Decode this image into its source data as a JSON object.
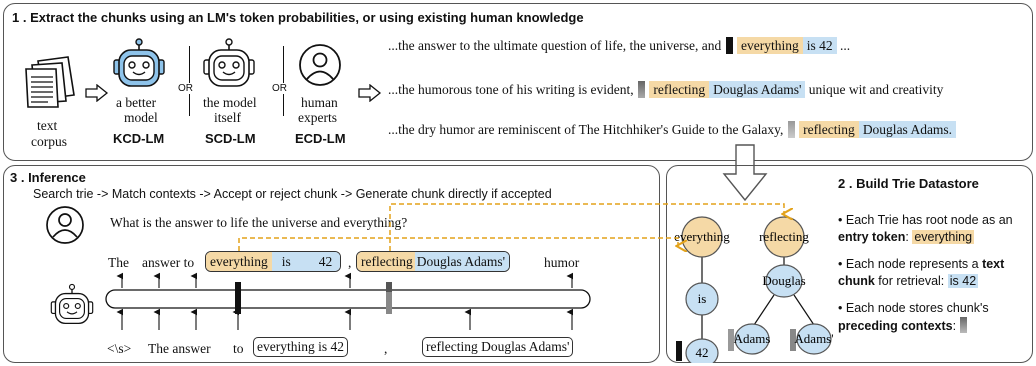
{
  "section1": {
    "title": "1 . Extract the chunks using an LM's token probabilities, or using existing human knowledge",
    "corpus_line1": "text",
    "corpus_line2": "corpus",
    "kcd_line1": "a better",
    "kcd_line2": "model",
    "kcd_name": "KCD-LM",
    "or1": "OR",
    "scd_line1": "the model",
    "scd_line2": "itself",
    "scd_name": "SCD-LM",
    "or2": "OR",
    "ecd_line1": "human",
    "ecd_line2": "experts",
    "ecd_name": "ECD-LM",
    "ex1_pre": "...the answer to the ultimate question of life, the universe, and",
    "ex1_chunk1": "everything",
    "ex1_chunk2": "is 42",
    "ex1_post": "...",
    "ex2_pre": "...the humorous tone of his writing is evident,",
    "ex2_chunk1": "reflecting",
    "ex2_chunk2": "Douglas Adams'",
    "ex2_post": "unique wit and creativity",
    "ex3_pre": "...the dry humor are reminiscent of The Hitchhiker's Guide to the Galaxy,",
    "ex3_chunk1": "reflecting",
    "ex3_chunk2": "Douglas Adams."
  },
  "section3": {
    "title": "3 . Inference",
    "subtitle": "Search trie -> Match contexts -> Accept or reject chunk -> Generate chunk directly if accepted",
    "question": "What is the answer to life the universe and everything?",
    "gen_the": "The",
    "gen_answer_to": "answer to",
    "gen_everything": "everything",
    "gen_is": "is",
    "gen_42": "42",
    "gen_comma": ",",
    "gen_reflecting": "reflecting",
    "gen_douglas": "Douglas Adams'",
    "gen_humor": "humor",
    "in_s": "<\\s>",
    "in_the_answer": "The answer",
    "in_to": "to",
    "in_chunk1": "everything is 42",
    "in_comma": ",",
    "in_chunk2": "reflecting Douglas Adams'"
  },
  "section2": {
    "title": "2 . Build Trie Datastore",
    "node_everything": "everything",
    "node_reflecting": "reflecting",
    "node_is": "is",
    "node_douglas": "Douglas",
    "node_42": "42",
    "node_adams1": "Adams",
    "node_adams2": "Adams'",
    "b1_pre": "Each Trie has root node as an ",
    "b1_bold": "entry token",
    "b1_colon": ": ",
    "b1_hl": "everything",
    "b2_pre": "Each node represents a ",
    "b2_bold": "text chunk",
    "b2_mid": " for retrieval: ",
    "b2_hl": "is 42",
    "b3_pre": "Each node stores chunk's ",
    "b3_bold": "preceding contexts",
    "b3_colon": ":"
  },
  "colors": {
    "tan": "#f5d9a6",
    "blue": "#c7e0f3",
    "dashed": "#e3a21a",
    "dark": "#111111",
    "gray": "#888888"
  }
}
